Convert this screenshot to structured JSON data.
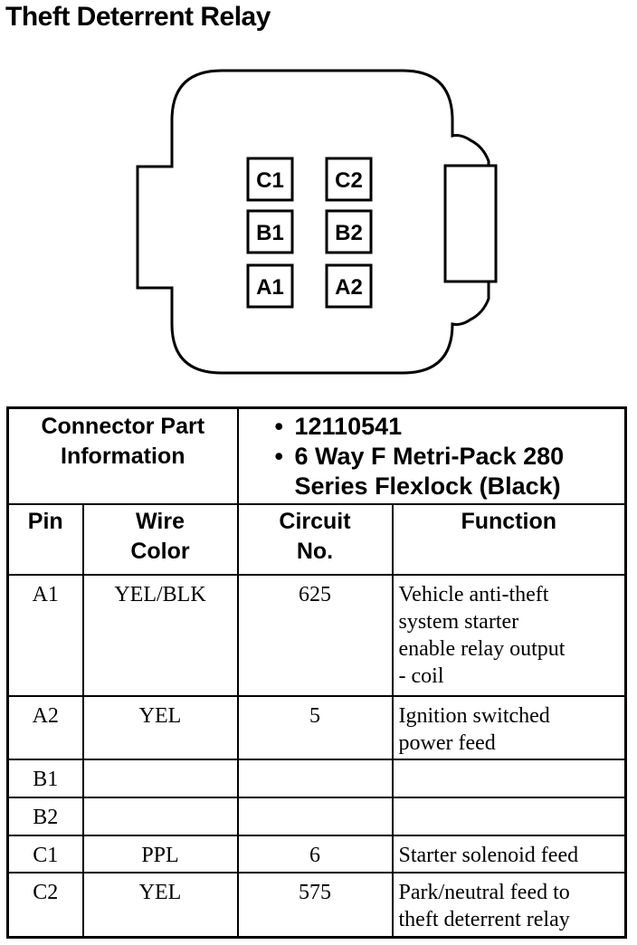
{
  "title": "Theft Deterrent Relay",
  "connector": {
    "pins": [
      "C1",
      "C2",
      "B1",
      "B2",
      "A1",
      "A2"
    ]
  },
  "part_info": {
    "label_line1": "Connector Part",
    "label_line2": "Information",
    "items": [
      "12110541",
      "6 Way F Metri-Pack 280",
      "Series Flexlock (Black)"
    ]
  },
  "headers": {
    "pin": "Pin",
    "wire_color_1": "Wire",
    "wire_color_2": "Color",
    "circuit_1": "Circuit",
    "circuit_2": "No.",
    "function": "Function"
  },
  "rows": [
    {
      "pin": "A1",
      "wire_color": "YEL/BLK",
      "circuit": "625",
      "function": [
        "Vehicle anti-theft",
        "system starter",
        "enable relay output",
        "- coil"
      ]
    },
    {
      "pin": "A2",
      "wire_color": "YEL",
      "circuit": "5",
      "function": [
        "Ignition switched",
        "power feed"
      ]
    },
    {
      "pin": "B1",
      "wire_color": "",
      "circuit": "",
      "function": [
        ""
      ]
    },
    {
      "pin": "B2",
      "wire_color": "",
      "circuit": "",
      "function": [
        ""
      ]
    },
    {
      "pin": "C1",
      "wire_color": "PPL",
      "circuit": "6",
      "function": [
        "Starter solenoid feed"
      ]
    },
    {
      "pin": "C2",
      "wire_color": "YEL",
      "circuit": "575",
      "function": [
        "Park/neutral feed to",
        "theft deterrent relay"
      ]
    }
  ]
}
